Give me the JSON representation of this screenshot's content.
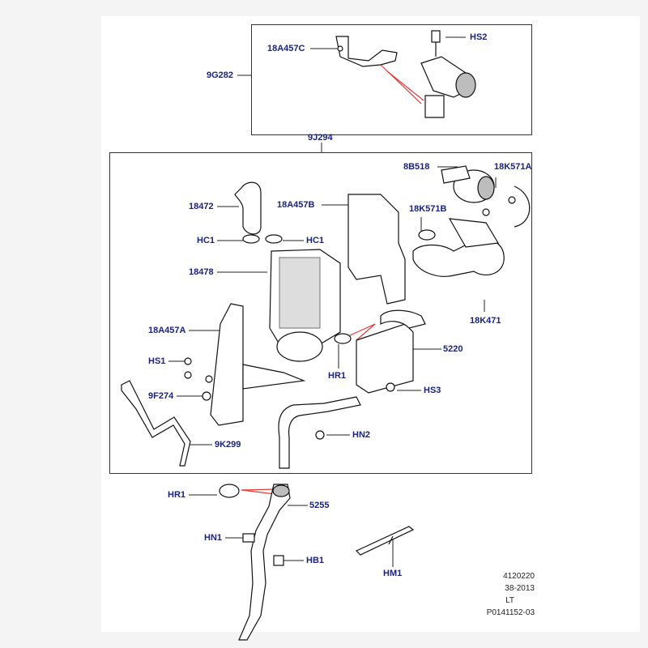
{
  "labels": {
    "p18A457C": "18A457C",
    "pHS2": "HS2",
    "p9G282": "9G282",
    "p9J294": "9J294",
    "p8B518": "8B518",
    "p18K571A": "18K571A",
    "p18472": "18472",
    "p18A457B": "18A457B",
    "p18K571B": "18K571B",
    "pHC1a": "HC1",
    "pHC1b": "HC1",
    "p18478": "18478",
    "p18K471": "18K471",
    "p18A457A": "18A457A",
    "p5220": "5220",
    "pHS1": "HS1",
    "pHR1a": "HR1",
    "p9F274": "9F274",
    "pHS3": "HS3",
    "pHN2": "HN2",
    "p9K299": "9K299",
    "pHR1b": "HR1",
    "p5255": "5255",
    "pHN1": "HN1",
    "pHB1": "HB1",
    "pHM1": "HM1"
  },
  "meta": {
    "line1": "4120220",
    "line2": "38-2013",
    "line3": "LT",
    "line4": "P0141152-03"
  },
  "colors": {
    "label": "#1a237e",
    "leader": "#222222",
    "part_line": "#111111",
    "part_fill": "#ffffff",
    "part_shade": "#bdbdbd",
    "highlight_line": "#e53935"
  }
}
